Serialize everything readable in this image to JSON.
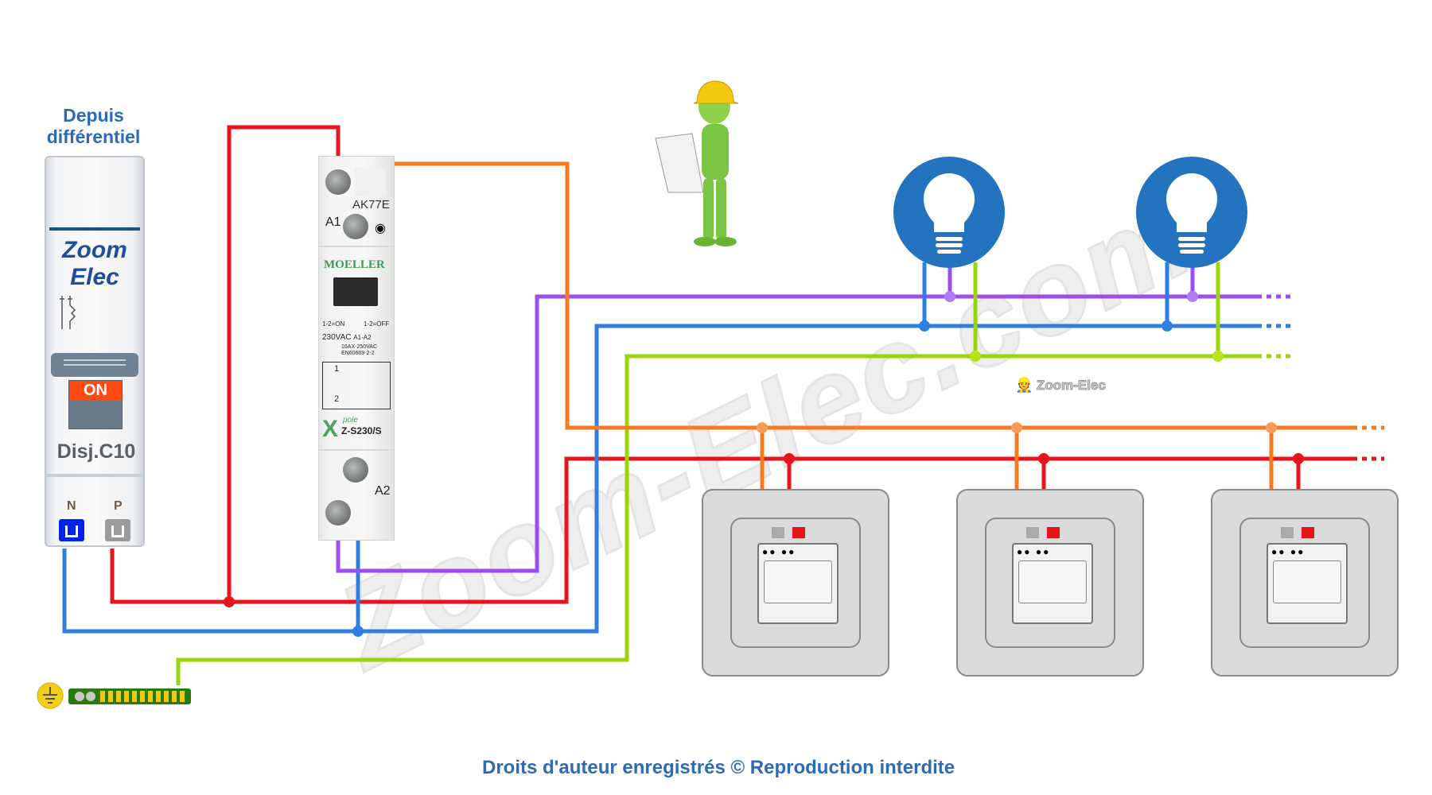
{
  "header": {
    "source_label_line1": "Depuis",
    "source_label_line2": "différentiel"
  },
  "breaker": {
    "brand_line1": "Zoom",
    "brand_line2": "Elec",
    "state_label": "ON",
    "rating_prefix": "Disj.",
    "rating": "C10",
    "terminal_neutral": "N",
    "terminal_phase": "P"
  },
  "relay": {
    "model_code": "AK77E",
    "terminal_a1": "A1",
    "terminal_a2": "A2",
    "brand": "MOELLER",
    "label_on": "1-2=ON",
    "label_off": "1-2=OFF",
    "coil_voltage": "230VAC",
    "coil_terminals": "A1-A2",
    "contact_rating": "16AX-250VAC",
    "standard": "EN60669-2-2",
    "contact_1": "1",
    "contact_2": "2",
    "series_script": "pole",
    "series_model": "Z-S230/S",
    "series_letter": "X"
  },
  "watermark": {
    "text": "Zoom-Elec.com",
    "logo_text": "Zoom-Elec"
  },
  "lamps": [
    {
      "id": "lamp-1"
    },
    {
      "id": "lamp-2"
    }
  ],
  "push_buttons": [
    {
      "id": "push-button-1"
    },
    {
      "id": "push-button-2"
    },
    {
      "id": "push-button-3"
    }
  ],
  "wire_colors": {
    "phase": "#e8141c",
    "neutral": "#2e7fe0",
    "earth": "#9ad40a",
    "control_return": "#9b4df0",
    "control_push": "#f57a20"
  },
  "footer": {
    "copyright": "Droits d'auteur enregistrés © Reproduction interdite"
  }
}
